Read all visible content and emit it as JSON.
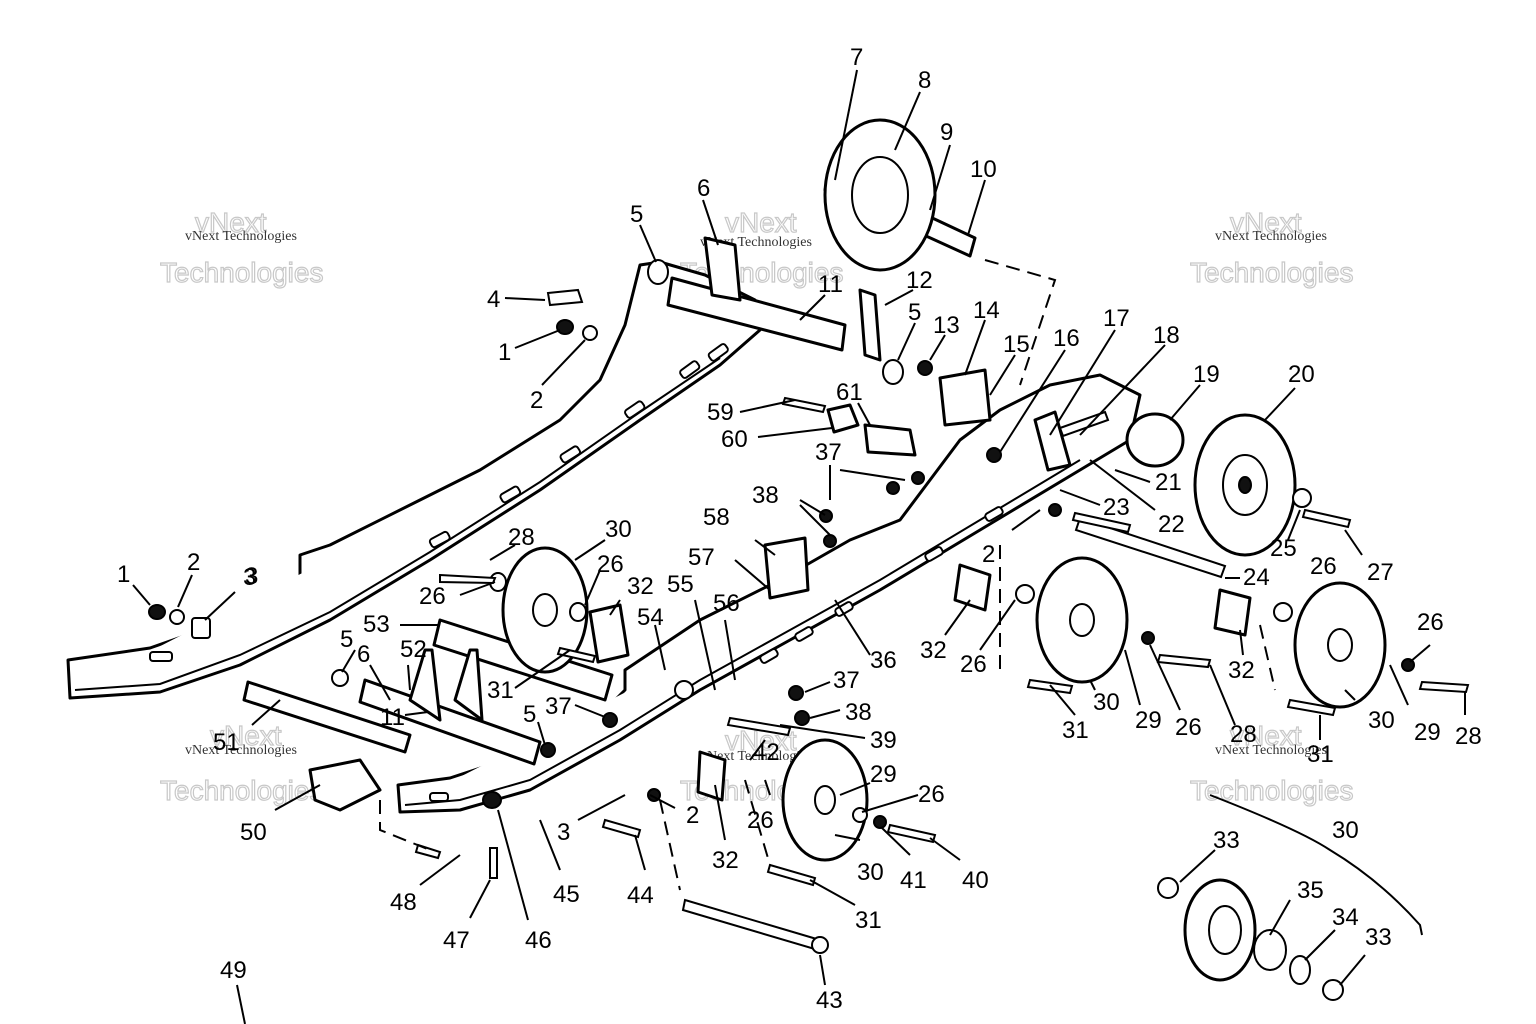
{
  "watermark": {
    "brand": "vNext",
    "company": "vNext Technologies",
    "word": "Technologies"
  },
  "callouts": [
    "7",
    "8",
    "9",
    "10",
    "6",
    "5",
    "4",
    "1",
    "2",
    "11",
    "12",
    "5",
    "13",
    "14",
    "15",
    "16",
    "17",
    "18",
    "19",
    "20",
    "59",
    "61",
    "60",
    "37",
    "21",
    "38",
    "22",
    "23",
    "58",
    "2",
    "24",
    "25",
    "27",
    "28",
    "30",
    "26",
    "26",
    "1",
    "2",
    "3",
    "3",
    "26",
    "32",
    "57",
    "55",
    "56",
    "54",
    "53",
    "5",
    "6",
    "52",
    "11",
    "51",
    "31",
    "37",
    "5",
    "37",
    "38",
    "39",
    "36",
    "32",
    "26",
    "30",
    "29",
    "26",
    "28",
    "31",
    "32",
    "26",
    "30",
    "29",
    "28",
    "31",
    "42",
    "29",
    "26",
    "26",
    "50",
    "3",
    "2",
    "32",
    "30",
    "41",
    "40",
    "44",
    "31",
    "48",
    "47",
    "46",
    "45",
    "49",
    "43",
    "30",
    "33",
    "35",
    "34",
    "33"
  ]
}
